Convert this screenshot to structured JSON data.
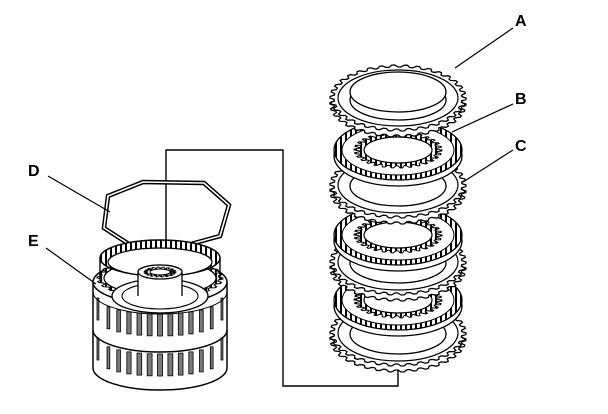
{
  "callouts": {
    "a": "A",
    "b": "B",
    "c": "C",
    "d": "D",
    "e": "E"
  },
  "colors": {
    "line": "#000000",
    "background": "#ffffff",
    "shade": "#7a7a7a"
  }
}
